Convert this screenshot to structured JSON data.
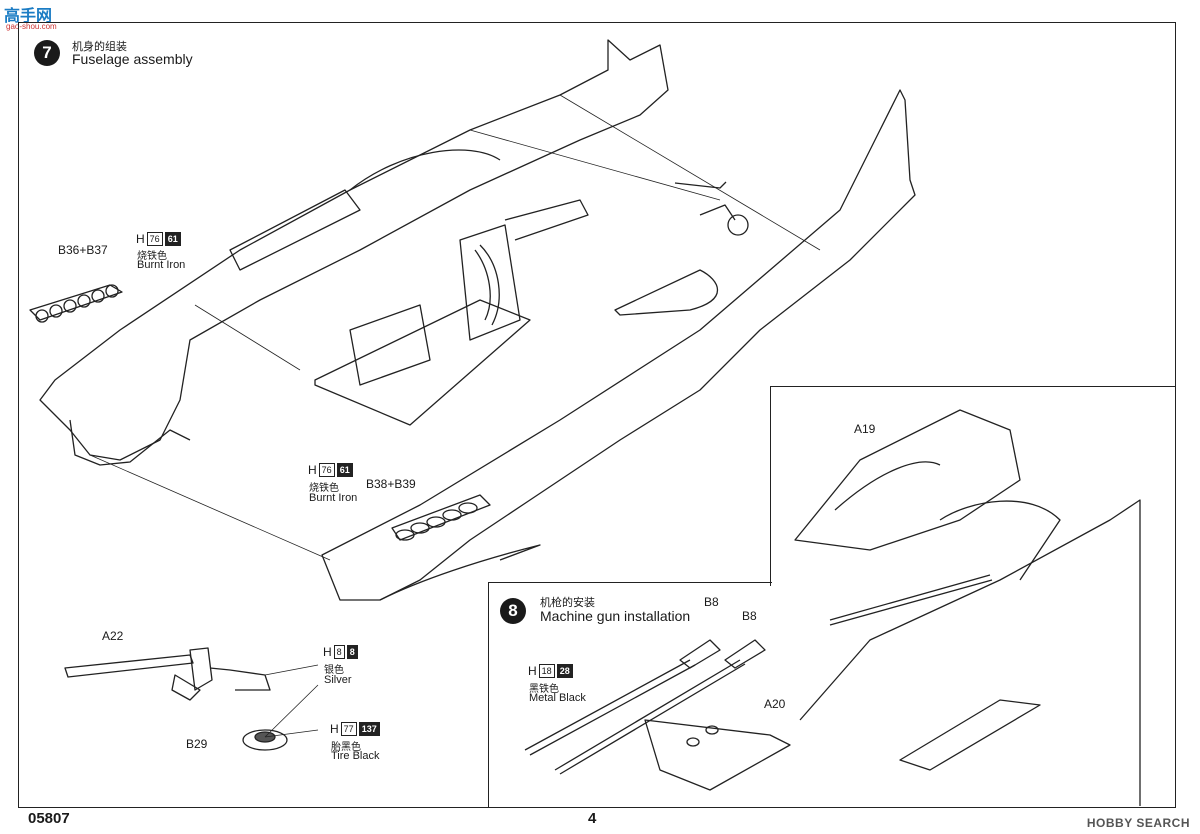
{
  "watermark": {
    "site_cn": "高手网",
    "site_url": "gao-shou.com"
  },
  "step7": {
    "number": "7",
    "title_cn": "机身的组装",
    "title_en": "Fuselage assembly",
    "paint1": {
      "code": "H",
      "num1": "76",
      "num2": "61",
      "name_cn": "烧铁色",
      "name_en": "Burnt Iron"
    },
    "paint2": {
      "code": "H",
      "num1": "76",
      "num2": "61",
      "name_cn": "烧铁色",
      "name_en": "Burnt Iron"
    },
    "paint3": {
      "code": "H",
      "num1": "8",
      "num2": "8",
      "name_cn": "银色",
      "name_en": "Silver"
    },
    "paint4": {
      "code": "H",
      "num1": "77",
      "num2": "137",
      "name_cn": "胎黑色",
      "name_en": "Tire Black"
    },
    "parts": {
      "b36": "B36+B37",
      "b38": "B38+B39",
      "a22": "A22",
      "b29": "B29"
    }
  },
  "step8": {
    "number": "8",
    "title_cn": "机枪的安装",
    "title_en": "Machine gun installation",
    "paint": {
      "code": "H",
      "num1": "18",
      "num2": "28",
      "name_cn": "黑铁色",
      "name_en": "Metal  Black"
    },
    "parts": {
      "b8a": "B8",
      "b8b": "B8",
      "a20": "A20",
      "a19": "A19"
    }
  },
  "footer": {
    "catalog": "05807",
    "page": "4",
    "brand": "HOBBY SEARCH"
  }
}
